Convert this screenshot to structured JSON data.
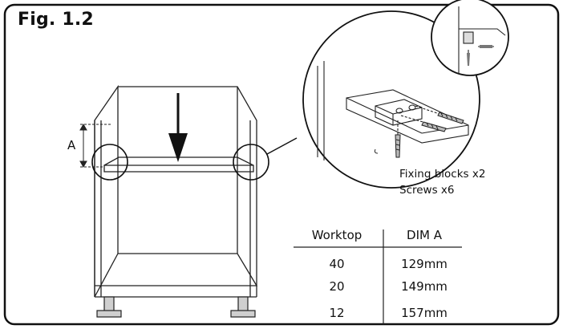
{
  "figure": {
    "label": "Fig. 1.2",
    "dimension_marker": "A",
    "captions": [
      "Fixing blocks x2",
      "Screws x6"
    ]
  },
  "table": {
    "headers": [
      "Worktop",
      "DIM A"
    ],
    "rows": [
      [
        "40",
        "129mm"
      ],
      [
        "20",
        "149mm"
      ],
      [
        "12",
        "157mm"
      ]
    ]
  }
}
